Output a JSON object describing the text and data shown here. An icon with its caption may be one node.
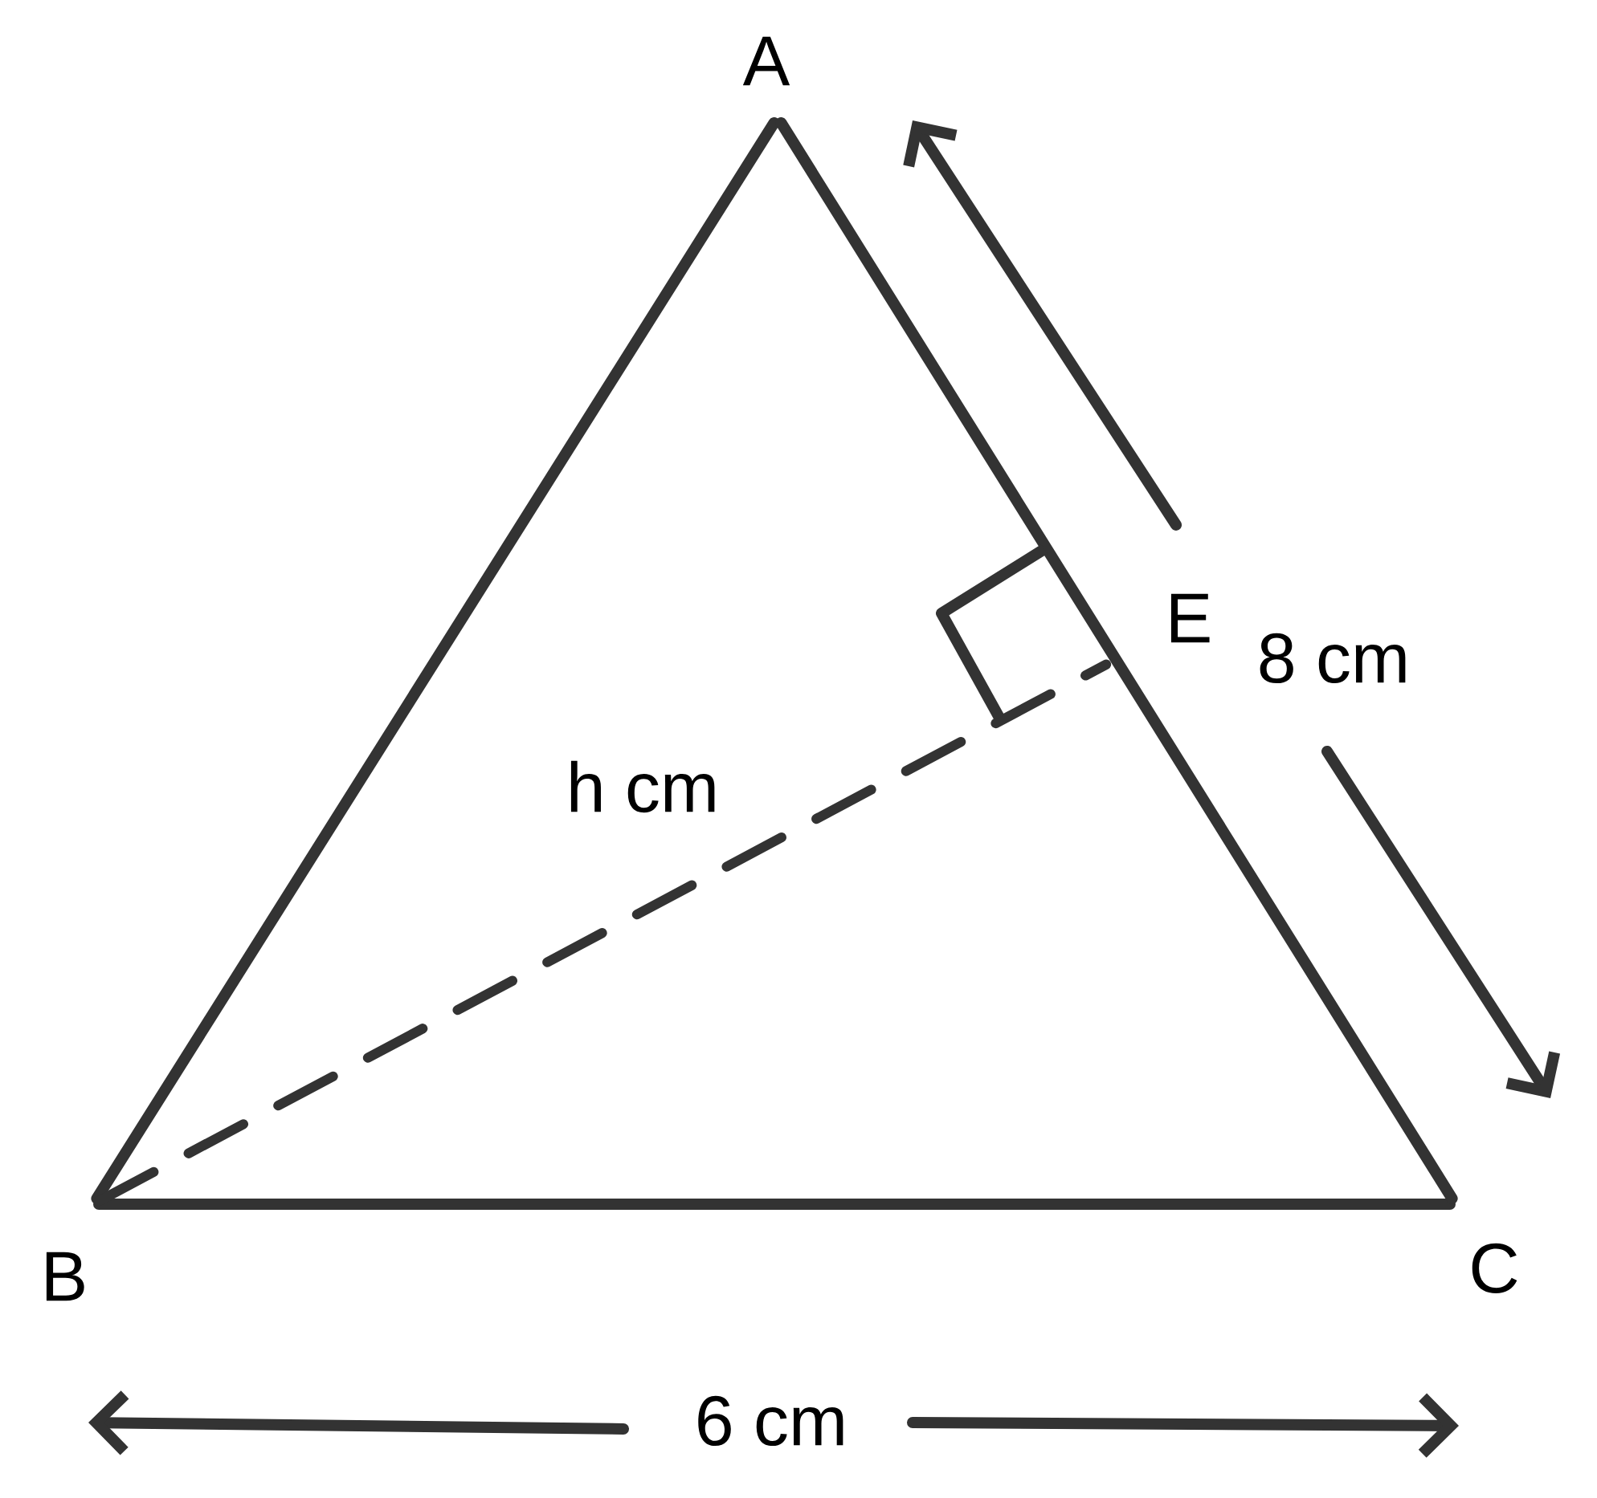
{
  "diagram": {
    "nodes": [
      {
        "text": [
          "A"
        ]
      },
      {
        "text": [
          "B"
        ]
      },
      {
        "text": [
          "C"
        ]
      },
      {
        "text": [
          "E"
        ]
      }
    ],
    "edges": [
      {
        "from": 0,
        "to": 1,
        "arrow": "none"
      },
      {
        "from": 1,
        "to": 2,
        "arrow": "none"
      },
      {
        "from": 0,
        "to": 2,
        "arrow": "none"
      },
      {
        "from": 1,
        "to": 3,
        "arrow": "none",
        "style": "dashed"
      }
    ],
    "labels": [
      "h cm",
      "8 cm",
      "6 cm"
    ]
  }
}
